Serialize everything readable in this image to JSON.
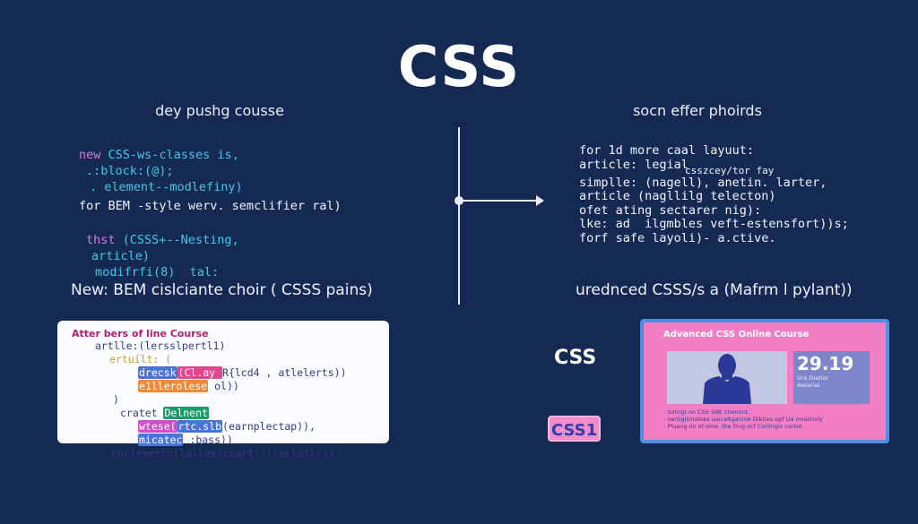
{
  "title": "CSS",
  "left": {
    "heading": "dey pushg cousse",
    "code1": [
      [
        "new ",
        "CSS-ws-classes is,"
      ],
      [
        "",
        ".:block:(@);"
      ],
      [
        "",
        ". element--modlefiny)"
      ]
    ],
    "line2": "for BEM -style werv. semclifier ral)",
    "code3": [
      [
        "thst ",
        "(CSSS+--Nesting,"
      ],
      [
        "",
        "article)"
      ],
      [
        "",
        "modifrfi(8)  tal:"
      ]
    ],
    "subtitle": "New: BEM cislciante choir ( CSSS pains)"
  },
  "right": {
    "heading": "socn effer phoirds",
    "lines": [
      "for 1d more caal layuut:",
      "article: legial",
      "csszcey/tor fay",
      "simplle: (nagell), anetin. larter,",
      "article (nagllilg telecton)",
      "ofet ating sectarer nig):",
      "lke: ad  ilgmbles veft-estensfort))s;",
      "forf safe layoli)- a.ctive."
    ],
    "subtitle": "urednced CSSS/s a (Mafrm l pylant))"
  },
  "code_card": {
    "title": "Atter bers of line Course",
    "lines": [
      "artlle:(lersslpertl1)",
      "ertuilt: (",
      "drecsk|(Cl.ay |R{lcd4| , atlelerts))",
      "e1llerolese| ol))",
      ")",
      "cratet |Delnent",
      "wtese(|rtc.slb|(earnplectap)),",
      "micatec| ;bass))",
      "chcleverth(lalles(ccart(((recletic))"
    ]
  },
  "center": {
    "label": "CSS",
    "badge": "CSS1"
  },
  "course_card": {
    "title": "Advanced CSS Online Course",
    "stat_value": "29.19",
    "stat_label": "Ure Diatior\nAwiarial",
    "bullets": "- Sotngt on CSS Sl8t chenont,\n- nertigitmaines uaicaltganine Dikties opf Ua rmalitioly\n- Pluang on of oine, the frug ocf Corlingis cortet."
  },
  "colors": {
    "background": "#142a52",
    "keyword": "#d77ee0",
    "code": "#46c7e8",
    "card_pink": "#f27fc6",
    "card_border": "#4f8fe0"
  },
  "icons": [
    "person-silhouette-icon",
    "arrow-right-icon"
  ]
}
